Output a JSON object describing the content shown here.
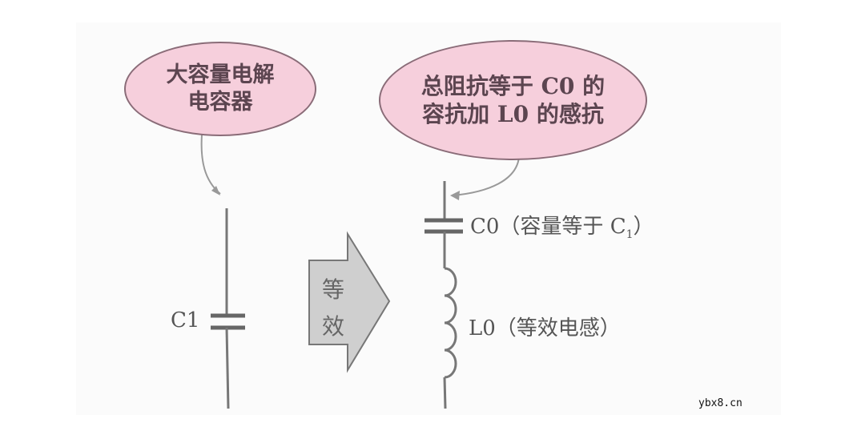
{
  "left_callout": {
    "line1": "大容量电解",
    "line2": "电容器"
  },
  "right_callout": {
    "line1": "总阻抗等于 C0 的",
    "line2": "容抗加 L0 的感抗"
  },
  "left_circuit": {
    "capacitor_label": "C1"
  },
  "arrow": {
    "line1": "等",
    "line2": "效"
  },
  "right_circuit": {
    "capacitor_label": "C0（容量等于 C",
    "capacitor_subscript": "1",
    "capacitor_close": "）",
    "inductor_label": "L0（等效电感）"
  },
  "watermark": "ybx8.cn",
  "colors": {
    "callout_fill": "#f6cfdc",
    "callout_border": "#8a6c78",
    "arrow_fill": "#cfcfcf",
    "line": "#666666"
  }
}
